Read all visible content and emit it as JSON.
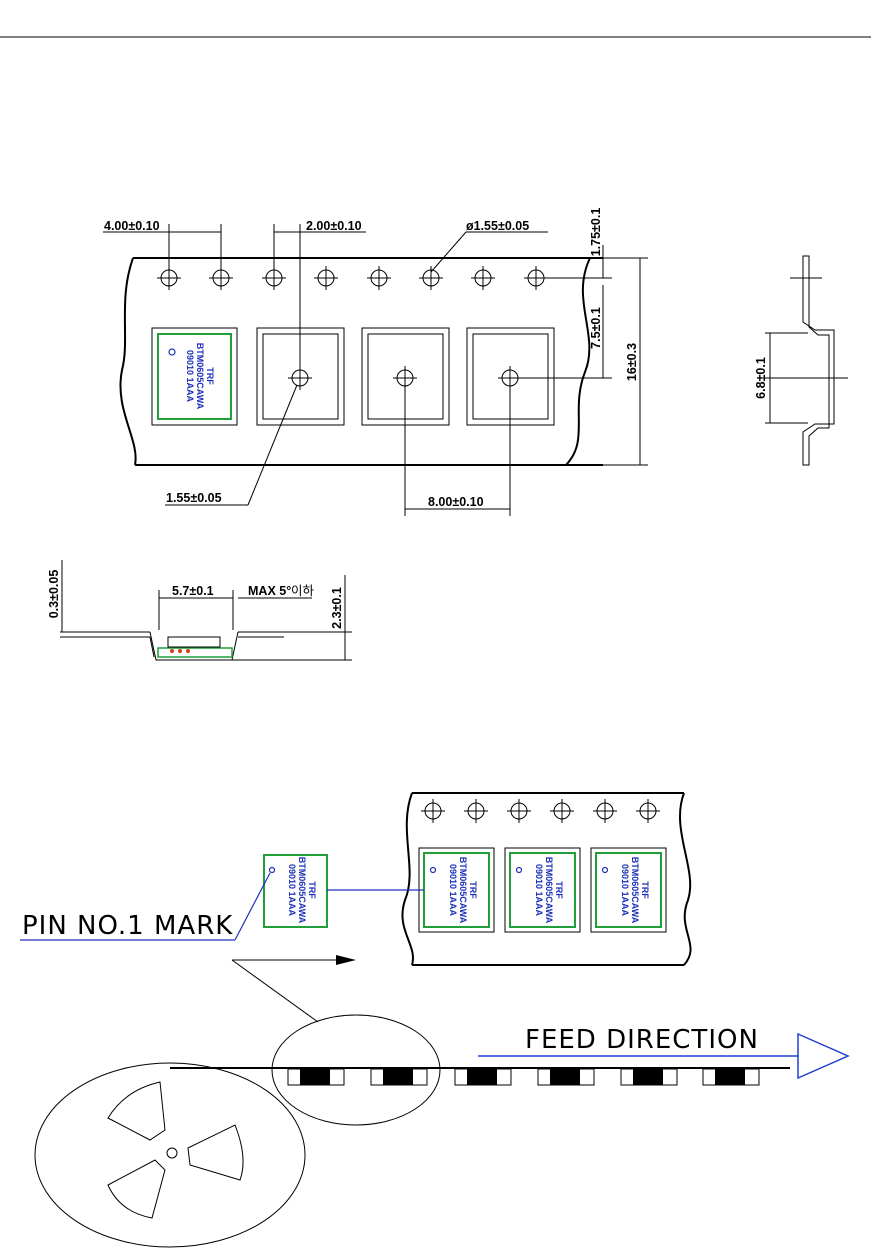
{
  "drawing": {
    "tape_top_view": {
      "pitch_hole": "4.00±0.10",
      "hole_to_cavity": "2.00±0.10",
      "hole_diameter": "ø1.55±0.05",
      "hole_edge": "1.75±0.1",
      "hole_to_center": "7.5±0.1",
      "tape_width": "16±0.3",
      "cavity_hole": "1.55±0.05",
      "cavity_pitch": "8.00±0.10"
    },
    "side_view": {
      "pocket_depth": "6.8±0.1"
    },
    "section_view": {
      "thickness": "0.3±0.05",
      "pocket_width": "5.7±0.1",
      "draft_angle": "MAX 5°",
      "draft_angle_suffix": "이하",
      "height": "2.3±0.1"
    },
    "chip_marking": {
      "line1": "TRF",
      "line2": "BTM0605CAWA",
      "line3": "09010 1AAA"
    },
    "labels": {
      "pin_mark": "PIN NO.1 MARK",
      "feed_direction": "FEED DIRECTION"
    },
    "colors": {
      "chip_green": "#1f9e3a",
      "marking_blue": "#1b2fb8",
      "leader_blue": "#2030c0",
      "arrow_blue": "#2040d0"
    }
  }
}
